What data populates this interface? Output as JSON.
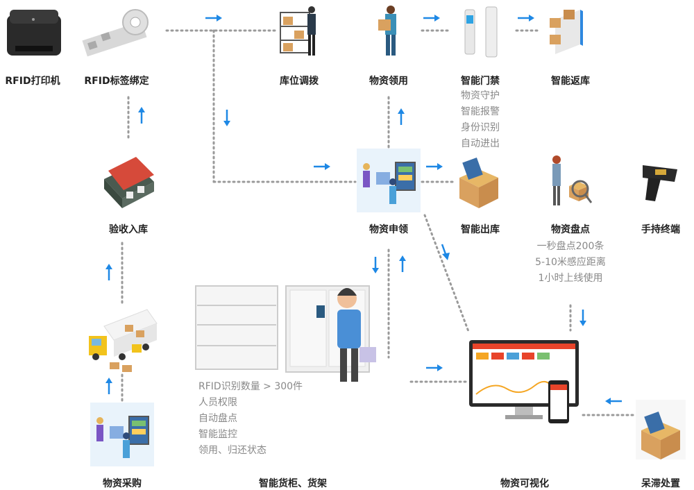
{
  "nodes": {
    "rfid_printer": "RFID打印机",
    "rfid_label_binding": "RFID标签绑定",
    "location_adjust": "库位调拨",
    "material_pickup": "物资领用",
    "smart_gate": "智能门禁",
    "smart_return": "智能返库",
    "receive_storage": "验收入库",
    "material_request": "物资申领",
    "smart_outbound": "智能出库",
    "material_inventory": "物资盘点",
    "handheld_terminal": "手持终端",
    "material_purchase": "物资采购",
    "smart_cabinet": "智能货柜、货架",
    "visualization": "物资可视化",
    "stagnant_disposal": "呆滞处置"
  },
  "features": {
    "smart_gate": [
      "物资守护",
      "智能报警",
      "身份识别",
      "自动进出"
    ],
    "inventory": [
      "一秒盘点200条",
      "5-10米感应距离",
      "1小时上线使用"
    ],
    "cabinet": [
      "RFID识别数量 > 300件",
      "人员权限",
      "自动盘点",
      "智能监控",
      "领用、归还状态"
    ]
  },
  "colors": {
    "arrow": "#1e88e5",
    "dotted_line": "#999999",
    "label_text": "#222222",
    "feature_text": "#888888"
  }
}
